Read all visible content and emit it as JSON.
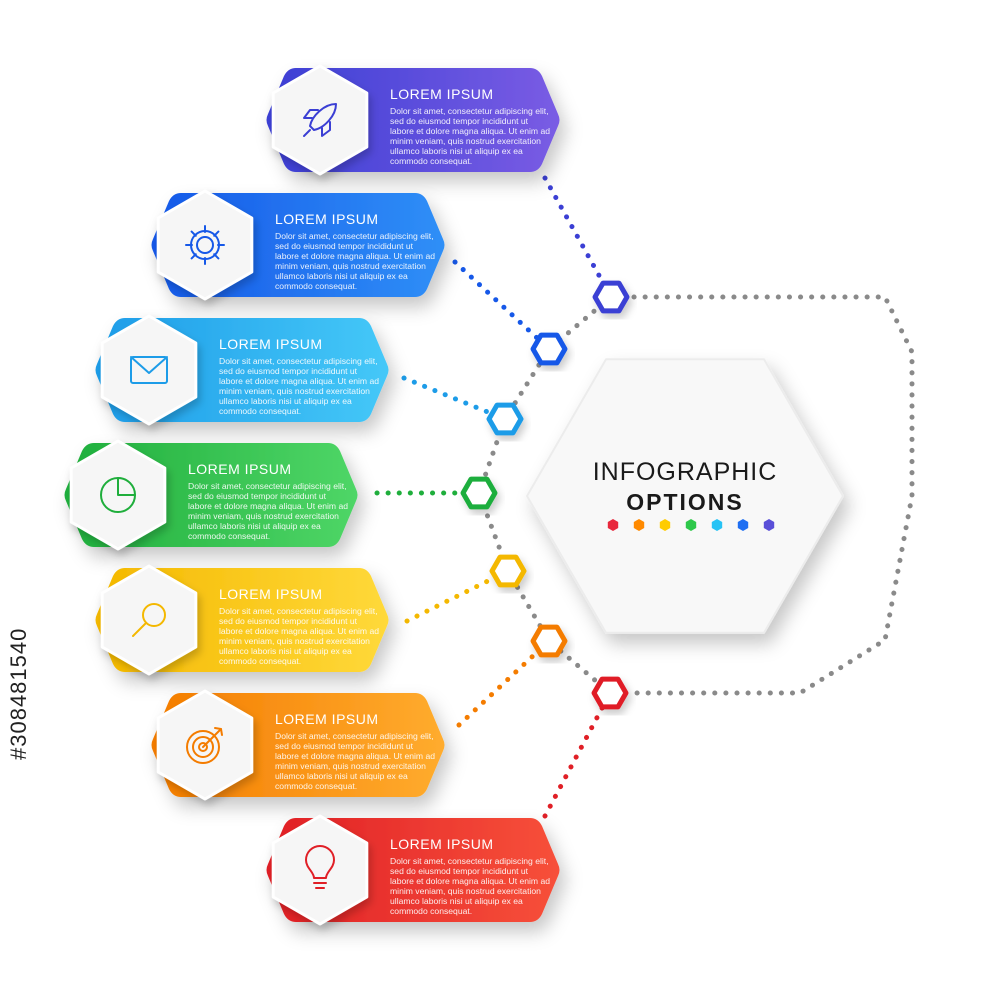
{
  "center": {
    "line1": "INFOGRAPHIC",
    "line2": "OPTIONS",
    "dot_colors": [
      "#e8283c",
      "#ff8a00",
      "#ffcc00",
      "#2ec84a",
      "#27c3f5",
      "#1f6ff2",
      "#5a4fd8"
    ]
  },
  "items": [
    {
      "title": "LOREM IPSUM",
      "icon": "rocket-icon",
      "colors": [
        "#3b3fd4",
        "#7a5ce4"
      ],
      "lines": [
        "Dolor sit amet, consectetur adipiscing elit,",
        "sed do eiusmod tempor incididunt ut",
        "labore et dolore magna aliqua. Ut enim ad",
        "minim veniam, quis nostrud exercitation",
        "ullamco laboris nisi ut aliquip ex ea",
        "commodo consequat."
      ]
    },
    {
      "title": "LOREM IPSUM",
      "icon": "gear-icon",
      "colors": [
        "#1658e8",
        "#2f8ff7"
      ],
      "lines": [
        "Dolor sit amet, consectetur adipiscing elit,",
        "sed do eiusmod tempor incididunt ut",
        "labore et dolore magna aliqua. Ut enim ad",
        "minim veniam, quis nostrud exercitation",
        "ullamco laboris nisi ut aliquip ex ea",
        "commodo consequat."
      ]
    },
    {
      "title": "LOREM IPSUM",
      "icon": "envelope-icon",
      "colors": [
        "#1d9ce8",
        "#45c8f8"
      ],
      "lines": [
        "Dolor sit amet, consectetur adipiscing elit,",
        "sed do eiusmod tempor incididunt ut",
        "labore et dolore magna aliqua. Ut enim ad",
        "minim veniam, quis nostrud exercitation",
        "ullamco laboris nisi ut aliquip ex ea",
        "commodo consequat."
      ]
    },
    {
      "title": "LOREM IPSUM",
      "icon": "pie-chart-icon",
      "colors": [
        "#1fae3c",
        "#4fd667"
      ],
      "lines": [
        "Dolor sit amet, consectetur adipiscing elit,",
        "sed do eiusmod tempor incididunt ut",
        "labore et dolore magna aliqua. Ut enim ad",
        "minim veniam, quis nostrud exercitation",
        "ullamco laboris nisi ut aliquip ex ea",
        "commodo consequat."
      ]
    },
    {
      "title": "LOREM IPSUM",
      "icon": "magnifier-icon",
      "colors": [
        "#f4b800",
        "#ffd93a"
      ],
      "lines": [
        "Dolor sit amet, consectetur adipiscing elit,",
        "sed do eiusmod tempor incididunt ut",
        "labore et dolore magna aliqua. Ut enim ad",
        "minim veniam, quis nostrud exercitation",
        "ullamco laboris nisi ut aliquip ex ea",
        "commodo consequat."
      ]
    },
    {
      "title": "LOREM IPSUM",
      "icon": "target-icon",
      "colors": [
        "#f47c00",
        "#ffac2e"
      ],
      "lines": [
        "Dolor sit amet, consectetur adipiscing elit,",
        "sed do eiusmod tempor incididunt ut",
        "labore et dolore magna aliqua. Ut enim ad",
        "minim veniam, quis nostrud exercitation",
        "ullamco laboris nisi ut aliquip ex ea",
        "commodo consequat."
      ]
    },
    {
      "title": "LOREM IPSUM",
      "icon": "lightbulb-icon",
      "colors": [
        "#e01f26",
        "#f7503a"
      ],
      "lines": [
        "Dolor sit amet, consectetur adipiscing elit,",
        "sed do eiusmod tempor incididunt ut",
        "labore et dolore magna aliqua. Ut enim ad",
        "minim veniam, quis nostrud exercitation",
        "ullamco laboris nisi ut aliquip ex ea",
        "commodo consequat."
      ]
    }
  ],
  "connector_color": "#8a8a8a",
  "side_text": "#308481540"
}
